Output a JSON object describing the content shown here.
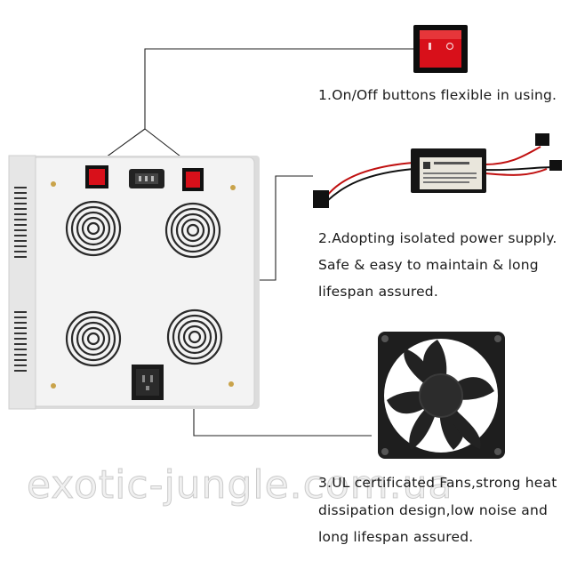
{
  "features": [
    {
      "lines": [
        "1.On/Off buttons flexible in using."
      ]
    },
    {
      "lines": [
        "2.Adopting isolated power supply.",
        "Safe & easy to maintain & long",
        "lifespan assured."
      ]
    },
    {
      "lines": [
        "3.UL certificated Fans,strong heat",
        "dissipation design,low noise and",
        "long lifespan assured."
      ]
    }
  ],
  "watermark": "exotic-jungle.com.ua",
  "colors": {
    "switch_red": "#d8101a",
    "panel": "#f1f1f1",
    "fan": "#1e1e1e",
    "line": "#222222"
  }
}
